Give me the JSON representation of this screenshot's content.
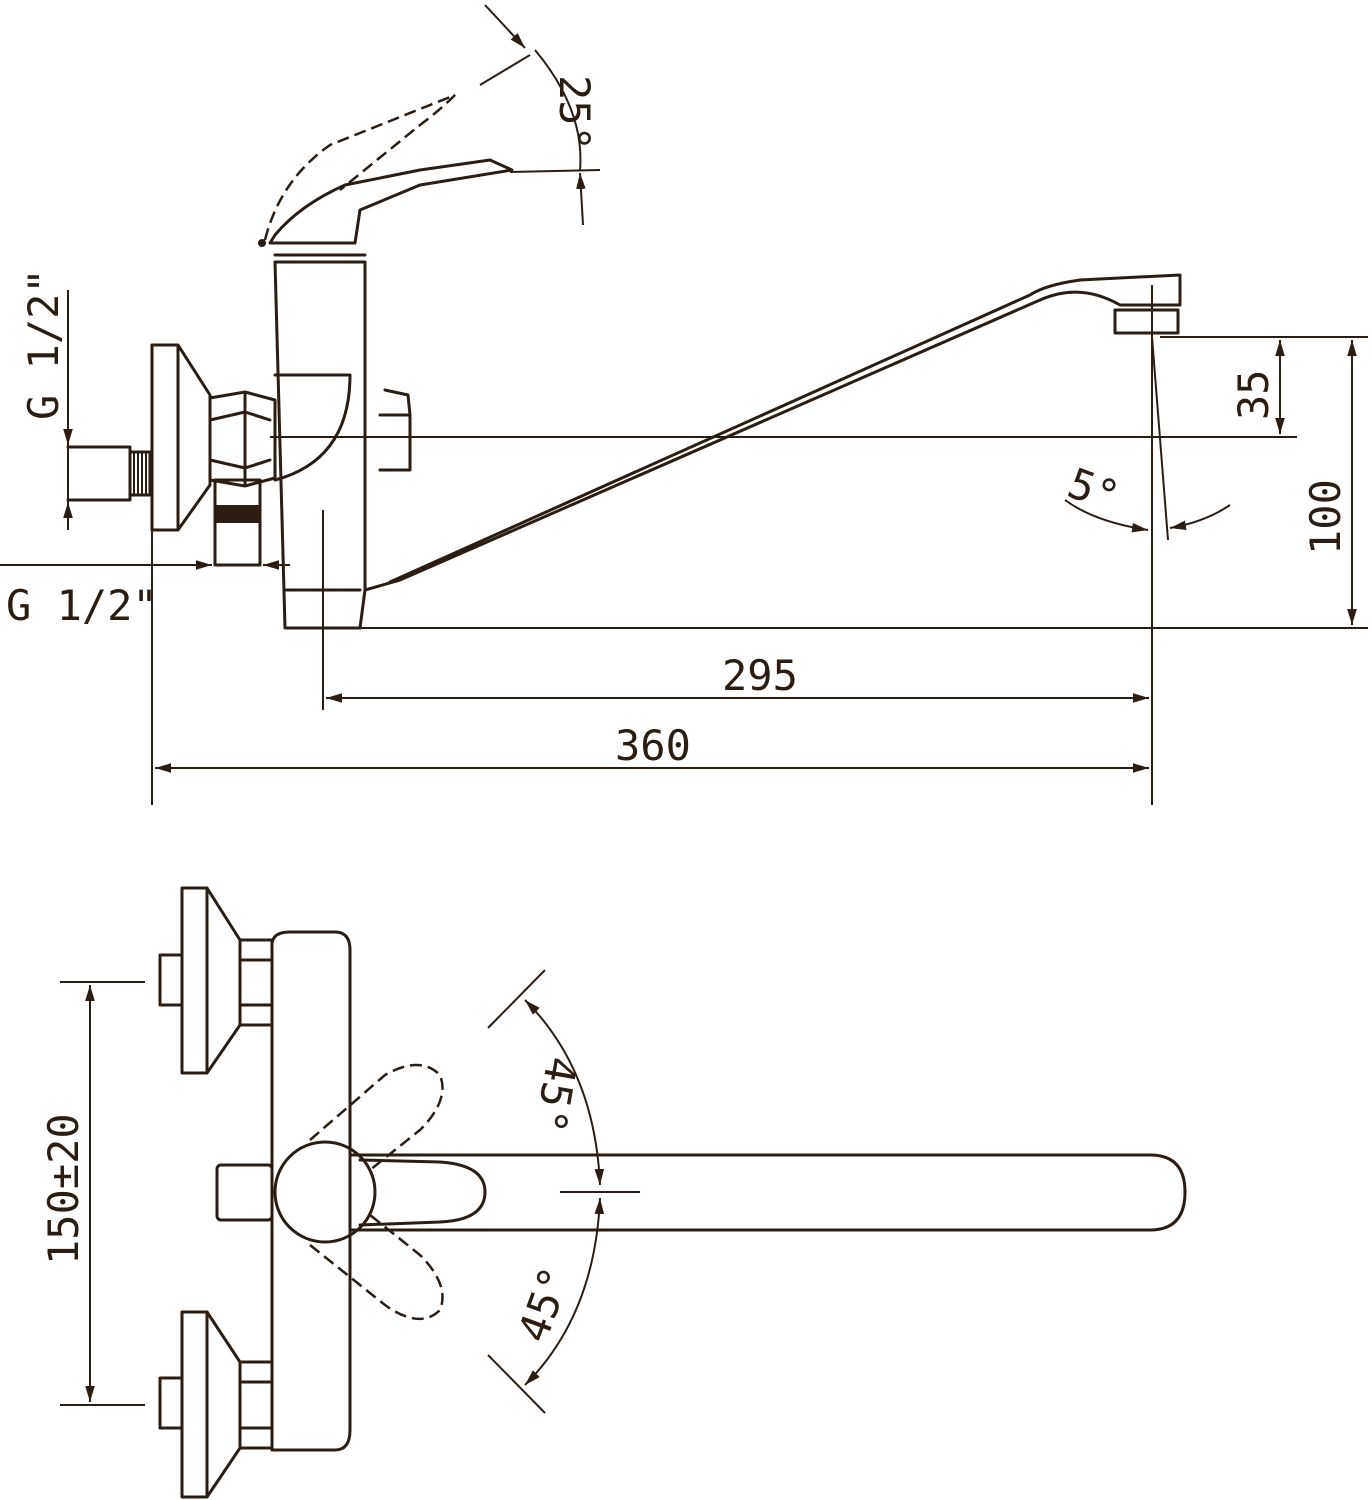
{
  "side_view": {
    "lever_angle": "25°",
    "outlet_thread": "G 1/2\"",
    "inlet_thread": "G 1/2\"",
    "aerator_height": "35",
    "outlet_angle": "5°",
    "total_height": "100",
    "spout_reach": "295",
    "total_length": "360"
  },
  "top_view": {
    "inlet_spacing": "150±20",
    "rotation_up": "45°",
    "rotation_down": "45°"
  },
  "colors": {
    "line": "#2b1d12",
    "background": "#ffffff"
  }
}
